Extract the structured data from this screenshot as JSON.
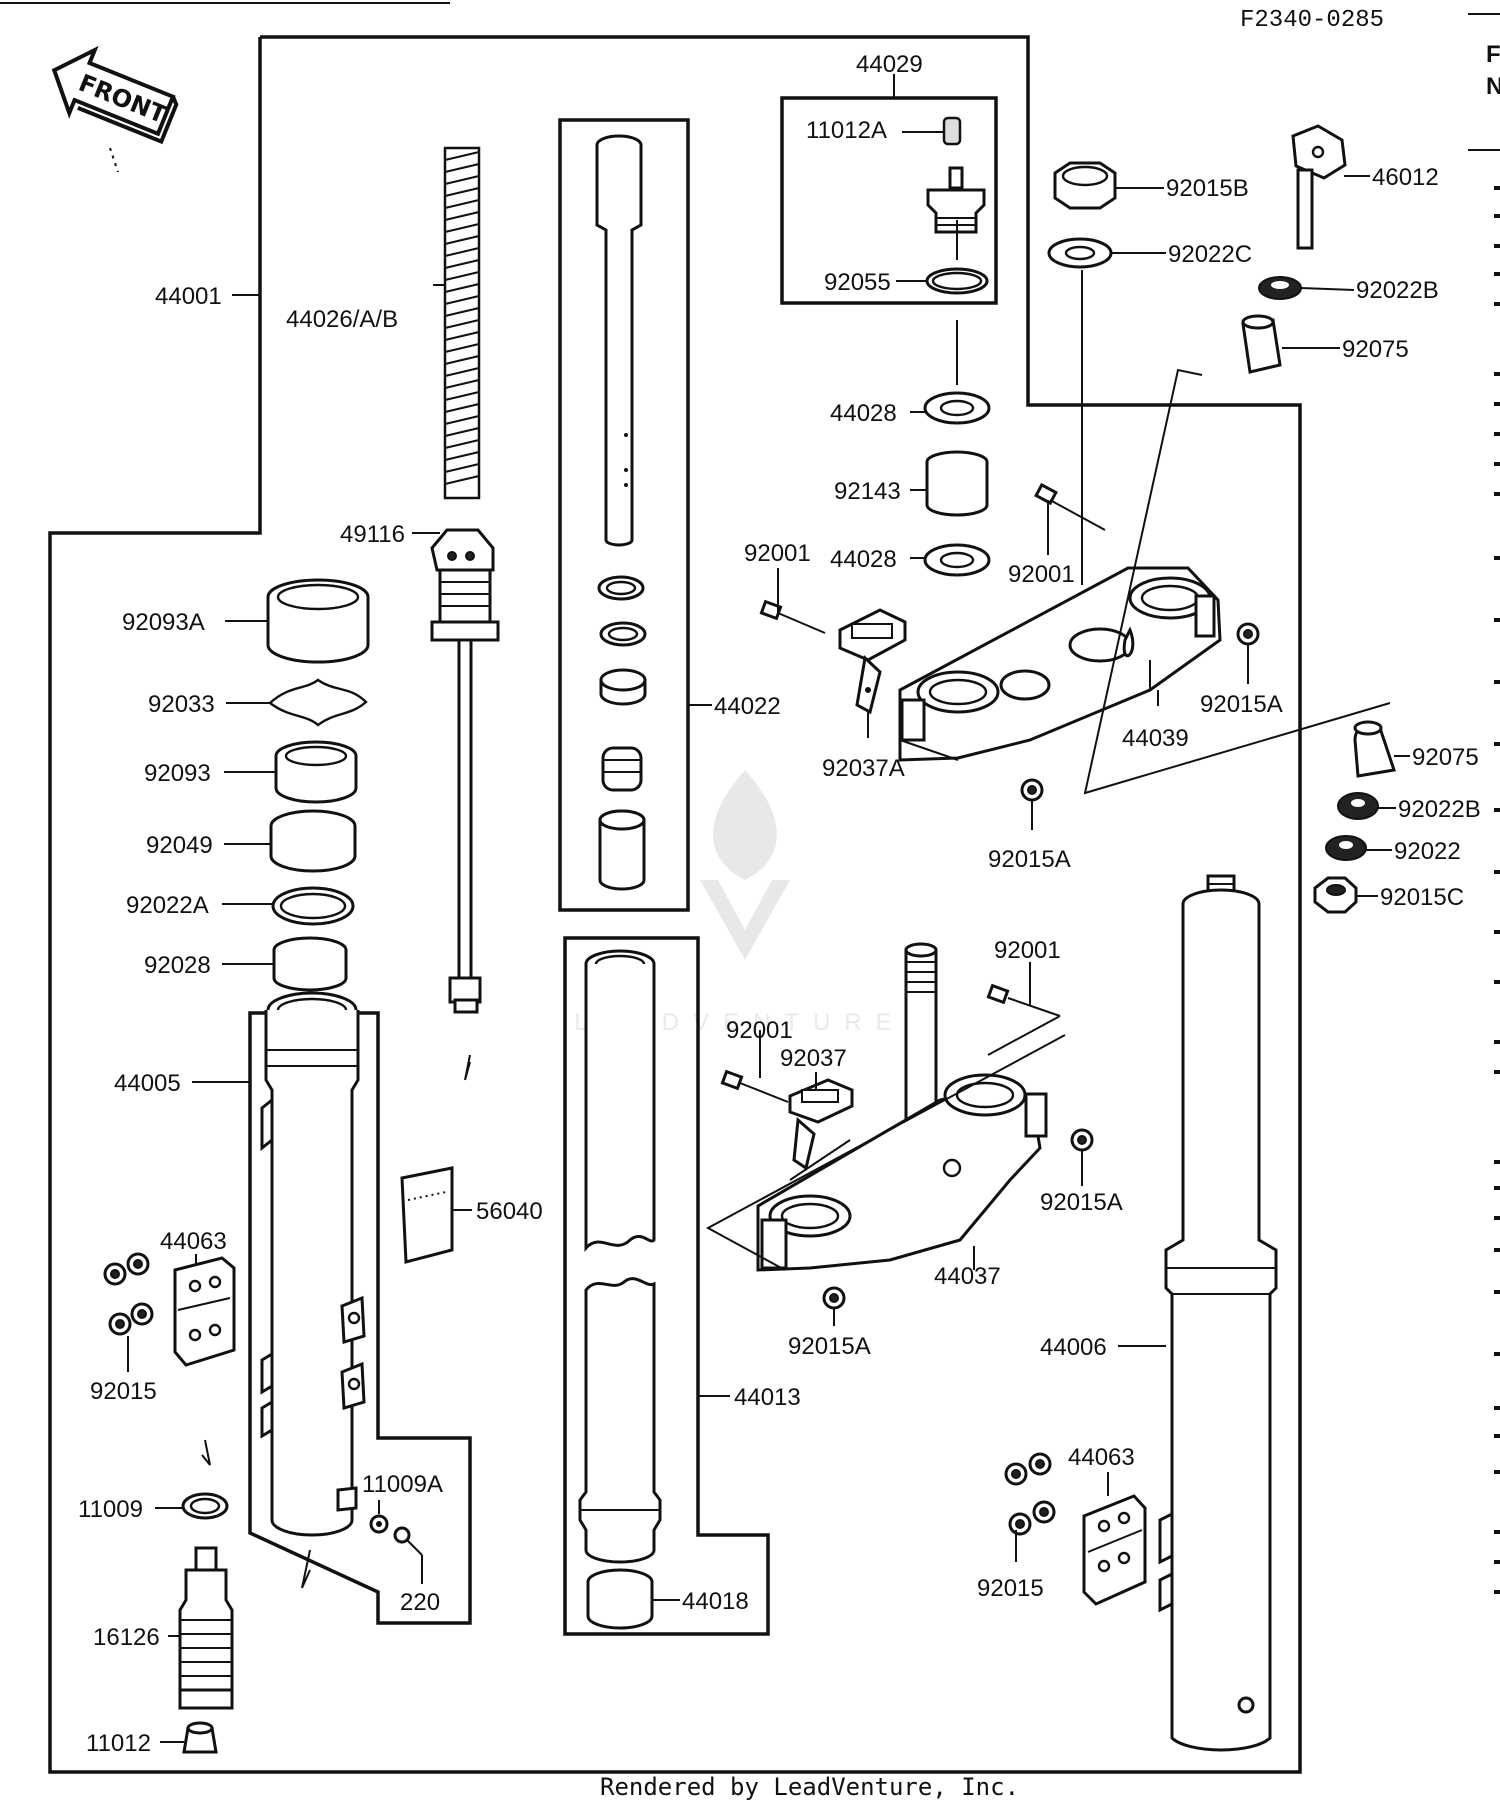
{
  "header": {
    "ref_code": "F2340-0285",
    "edge_fragment_top": "F\nN"
  },
  "front_arrow_label": "FRONT",
  "footer": "Rendered by LeadVenture, Inc.",
  "watermark": "LEADVENTURE",
  "parts": [
    {
      "id": "p44029",
      "label": "44029"
    },
    {
      "id": "p11012A",
      "label": "11012A"
    },
    {
      "id": "p92055",
      "label": "92055"
    },
    {
      "id": "p92015B",
      "label": "92015B"
    },
    {
      "id": "p92022C",
      "label": "92022C"
    },
    {
      "id": "p46012",
      "label": "46012"
    },
    {
      "id": "p92022B_a",
      "label": "92022B"
    },
    {
      "id": "p92075_a",
      "label": "92075"
    },
    {
      "id": "p44001",
      "label": "44001"
    },
    {
      "id": "p44026",
      "label": "44026/A/B"
    },
    {
      "id": "p44028_a",
      "label": "44028"
    },
    {
      "id": "p92143",
      "label": "92143"
    },
    {
      "id": "p44028_b",
      "label": "44028"
    },
    {
      "id": "p92001_a",
      "label": "92001"
    },
    {
      "id": "p92001_b",
      "label": "92001"
    },
    {
      "id": "p49116",
      "label": "49116"
    },
    {
      "id": "p92093A",
      "label": "92093A"
    },
    {
      "id": "p92033",
      "label": "92033"
    },
    {
      "id": "p44022",
      "label": "44022"
    },
    {
      "id": "p92015A_a",
      "label": "92015A"
    },
    {
      "id": "p44039",
      "label": "44039"
    },
    {
      "id": "p92037A",
      "label": "92037A"
    },
    {
      "id": "p92075_b",
      "label": "92075"
    },
    {
      "id": "p92093",
      "label": "92093"
    },
    {
      "id": "p92022B_b",
      "label": "92022B"
    },
    {
      "id": "p92049",
      "label": "92049"
    },
    {
      "id": "p92015A_b",
      "label": "92015A"
    },
    {
      "id": "p92022",
      "label": "92022"
    },
    {
      "id": "p92022A",
      "label": "92022A"
    },
    {
      "id": "p92015C",
      "label": "92015C"
    },
    {
      "id": "p92028",
      "label": "92028"
    },
    {
      "id": "p92001_c",
      "label": "92001"
    },
    {
      "id": "p92001_d",
      "label": "92001"
    },
    {
      "id": "p92037",
      "label": "92037"
    },
    {
      "id": "p44005",
      "label": "44005"
    },
    {
      "id": "p56040",
      "label": "56040"
    },
    {
      "id": "p92015A_c",
      "label": "92015A"
    },
    {
      "id": "p44063_a",
      "label": "44063"
    },
    {
      "id": "p44037",
      "label": "44037"
    },
    {
      "id": "p92015_a",
      "label": "92015"
    },
    {
      "id": "p92015A_d",
      "label": "92015A"
    },
    {
      "id": "p44006",
      "label": "44006"
    },
    {
      "id": "p44013",
      "label": "44013"
    },
    {
      "id": "p11009",
      "label": "11009"
    },
    {
      "id": "p11009A",
      "label": "11009A"
    },
    {
      "id": "p44063_b",
      "label": "44063"
    },
    {
      "id": "p220",
      "label": "220"
    },
    {
      "id": "p92015_b",
      "label": "92015"
    },
    {
      "id": "p16126",
      "label": "16126"
    },
    {
      "id": "p44018",
      "label": "44018"
    },
    {
      "id": "p11012",
      "label": "11012"
    }
  ]
}
